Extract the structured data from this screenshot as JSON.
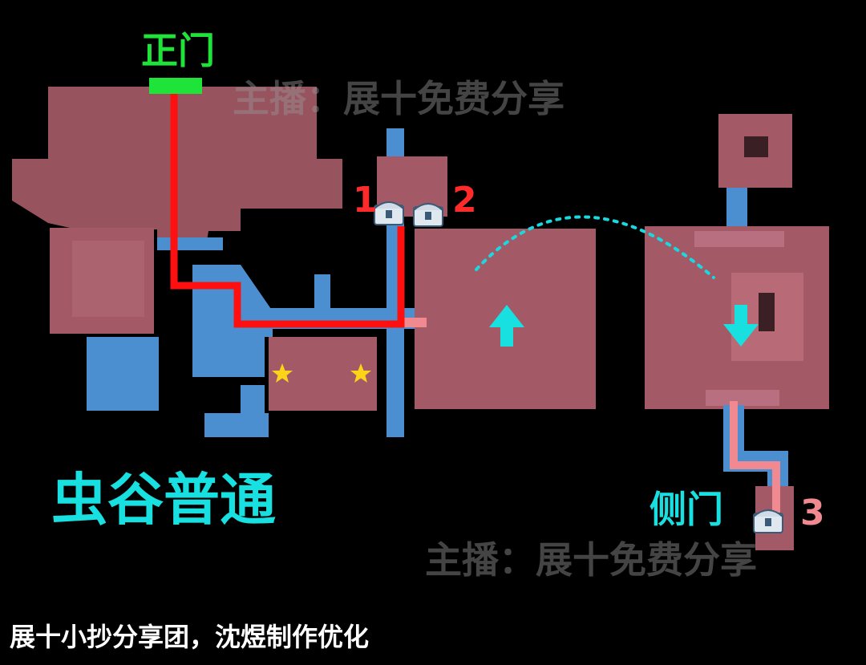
{
  "map": {
    "title": "虫谷普通",
    "main_gate": "正门",
    "side_gate": "侧门",
    "footer": "展十小抄分享团，沈煜制作优化",
    "watermarks": [
      "主播：展十免费分享",
      "主播：展十免费分享"
    ],
    "markers": [
      "1",
      "2",
      "3"
    ]
  },
  "colors": {
    "room": "#c06878",
    "corridor": "#4c8fd0",
    "route": "#ff1010",
    "alt_route": "#f08a90",
    "gate": "#1ee43a",
    "arrow": "#18e0e0",
    "star": "#ffd21a",
    "marker_1_2": "#ff2a2a",
    "marker_3": "#f08a90"
  },
  "icons": [
    "treasure-chest-icon",
    "star-icon",
    "arrow-up-icon",
    "arrow-down-icon"
  ]
}
